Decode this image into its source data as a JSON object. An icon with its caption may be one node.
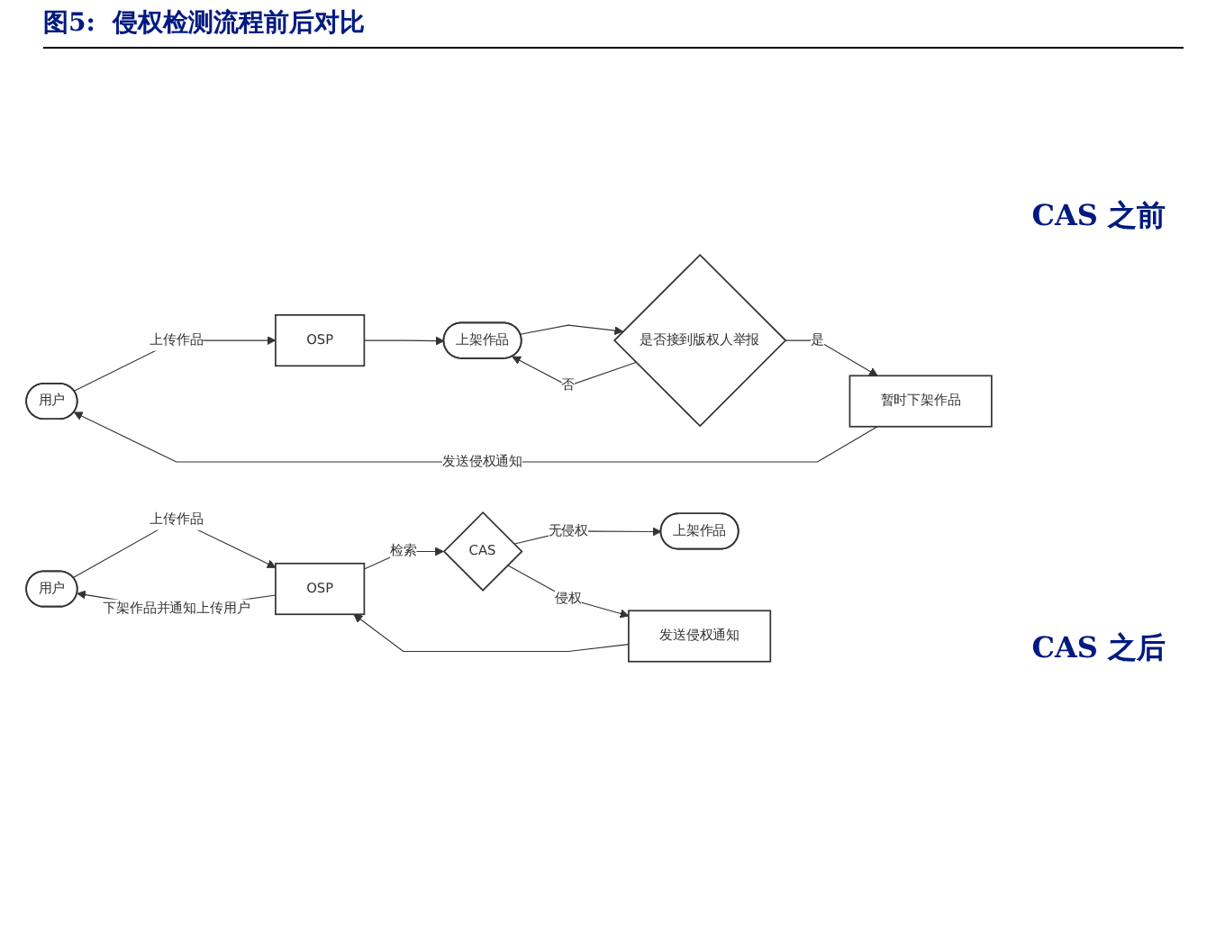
{
  "diagram": {
    "title": "图5:  侵权检测流程前后对比",
    "nodes": [
      {
        "text": [
          "用户"
        ]
      },
      {
        "text": [
          "OSP"
        ]
      },
      {
        "text": [
          "上架作品"
        ]
      },
      {
        "text": [
          "是否接到版权人举报"
        ]
      },
      {
        "text": [
          "暂时下架作品"
        ]
      },
      {
        "text": [
          "用户"
        ]
      },
      {
        "text": [
          "OSP"
        ]
      },
      {
        "text": [
          "CAS"
        ]
      },
      {
        "text": [
          "上架作品"
        ]
      },
      {
        "text": [
          "发送侵权通知"
        ]
      }
    ],
    "edges": [
      {
        "from": 0,
        "to": 1,
        "arrow": "to",
        "label": "上传作品"
      },
      {
        "from": 1,
        "to": 2,
        "arrow": "to"
      },
      {
        "from": 2,
        "to": 3,
        "arrow": "to"
      },
      {
        "from": 3,
        "to": 4,
        "arrow": "to",
        "label": "是"
      },
      {
        "from": 4,
        "to": 0,
        "arrow": "to",
        "label": "发送侵权通知"
      },
      {
        "from": 3,
        "to": 2,
        "arrow": "to",
        "label": "否"
      },
      {
        "from": 5,
        "to": 6,
        "arrow": "to",
        "label": "上传作品"
      },
      {
        "from": 6,
        "to": 7,
        "arrow": "to",
        "label": "检索"
      },
      {
        "from": 7,
        "to": 8,
        "arrow": "to",
        "label": "无侵权"
      },
      {
        "from": 7,
        "to": 9,
        "arrow": "to",
        "label": "侵权"
      },
      {
        "from": 9,
        "to": 6,
        "arrow": "to"
      },
      {
        "from": 6,
        "to": 5,
        "arrow": "to",
        "label": "下架作品并通知上传用户"
      }
    ],
    "labels": [
      "CAS 之前",
      "CAS 之后"
    ]
  }
}
